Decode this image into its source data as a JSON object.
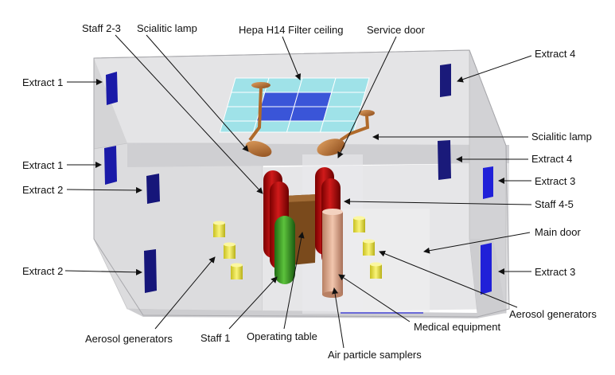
{
  "labels": {
    "staff_2_3": "Staff 2-3",
    "scialitic_lamp_top": "Scialitic lamp",
    "hepa_ceiling": "Hepa H14 Filter ceiling",
    "service_door": "Service door",
    "extract_4_top": "Extract 4",
    "extract_1_top": "Extract 1",
    "extract_1_mid": "Extract 1",
    "extract_2_mid": "Extract 2",
    "extract_2_bot": "Extract 2",
    "scialitic_lamp_right": "Scialitic lamp",
    "extract_4_mid": "Extract 4",
    "extract_3_mid": "Extract 3",
    "staff_4_5": "Staff 4-5",
    "main_door": "Main door",
    "extract_3_bot": "Extract 3",
    "aerosol_generators_right": "Aerosol generators",
    "medical_equipment": "Medical equipment",
    "air_particle_samplers": "Air particle  samplers",
    "operating_table": "Operating table",
    "staff_1": "Staff 1",
    "aerosol_generators_left": "Aerosol generators"
  },
  "colors": {
    "room_wall": "#d9d9d9",
    "vent_blue": "#1a1aa8",
    "filter_cyan": "#9fe2e8",
    "filter_blue": "#3a55d8",
    "lamp_bronze": "#c27a3a",
    "staff_red": "#b01010",
    "staff_green": "#3a9a2a",
    "sampler_peach": "#e8b49a",
    "table_brown": "#8a5a28",
    "aerosol_yellow": "#f0ea4a"
  }
}
